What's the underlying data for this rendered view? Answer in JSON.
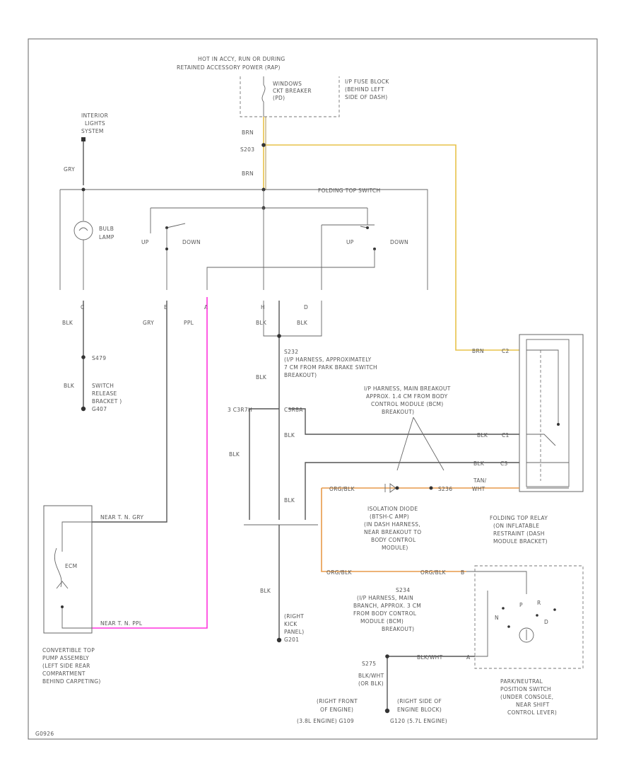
{
  "power_source": {
    "line1": "HOT IN ACCY, RUN OR DURING",
    "line2": "RETAINED ACCESSORY POWER (RAP)"
  },
  "fuse_block": {
    "l1": "I/P FUSE BLOCK",
    "l2": "(BEHIND LEFT",
    "l3": "SIDE OF DASH)"
  },
  "breaker": {
    "l1": "WINDOWS",
    "l2": "CKT BREAKER",
    "l3": "(PD)"
  },
  "splices": {
    "top_wire1": "BRN",
    "s203": "S203",
    "top_wire2": "BRN",
    "ground_path": {
      "l1": "S232",
      "l2": "(I/P HARNESS, APPROXIMATELY",
      "l3": "7 CM FROM PARK BRAKE SWITCH",
      "l4": "BREAKOUT)"
    }
  },
  "interior_switch": {
    "l1": "INTERIOR",
    "l2": "LIGHTS",
    "l3": "SYSTEM",
    "wire": "GRY"
  },
  "folding_top_switch": {
    "label": "FOLDING TOP SWITCH",
    "bulb": {
      "l1": "BULB",
      "l2": "LAMP"
    },
    "up1": "UP",
    "down1": "DOWN",
    "up2": "UP",
    "down2": "DOWN",
    "pins": [
      "C",
      "E",
      "A",
      "H",
      "D"
    ],
    "wires": [
      "BLK",
      "GRY",
      "PPL",
      "BLK",
      "BLK"
    ]
  },
  "left_column": {
    "s479": "S479",
    "blk1": "BLK",
    "blk2": "BLK",
    "release": {
      "l1": "SWITCH",
      "l2": "RELEASE",
      "l3": "BRACKET )",
      "l4": "G407"
    }
  },
  "mid": {
    "blk_a": "BLK",
    "blk_b": "BLK",
    "blk_c": "BLK",
    "c_left": "3 C3R7H",
    "c_right": "C3R8A"
  },
  "main_breakout": {
    "l1": "I/P HARNESS, MAIN BREAKOUT",
    "l2": "APPROX. 1.4 CM FROM BODY",
    "l3": "CONTROL MODULE (BCM)",
    "l4": "BREAKOUT)"
  },
  "relay_wires": {
    "brn": "BRN",
    "c2": "C2",
    "blk1": "BLK",
    "c1": "C1",
    "blk2": "BLK",
    "c3": "C3"
  },
  "diode_row": {
    "org_blk": "ORG/BLK",
    "s236": "S236",
    "tan_wht": "TAN/",
    "wht": "WHT"
  },
  "blk_to_relay": "BLK",
  "isolation_diode": {
    "l1": "ISOLATION DIODE",
    "l2": "(BTSH-C AMP)",
    "l3": "(IN DASH HARNESS,",
    "l4": "NEAR BREAKOUT TO",
    "l5": "BODY CONTROL",
    "l6": "MODULE)"
  },
  "relay": {
    "l1": "FOLDING TOP RELAY",
    "l2": "(ON INFLATABLE",
    "l3": "RESTRAINT (DASH",
    "l4": "MODULE BRACKET)"
  },
  "org_row": {
    "a": "ORG/BLK",
    "b": "ORG/BLK",
    "pin": "B"
  },
  "s234": {
    "l1": "S234",
    "l2": "(I/P HARNESS, MAIN",
    "l3": "BRANCH, APPROX. 3 CM",
    "l4": "FROM BODY CONTROL",
    "l5": "MODULE (BCM)",
    "l6": "BREAKOUT)"
  },
  "pump": {
    "wire_top": "NEAR T. N. GRY",
    "wire_bot": "NEAR T. N. PPL",
    "rotor": "ECM",
    "label": {
      "l1": "CONVERTIBLE TOP",
      "l2": "PUMP ASSEMBLY",
      "l3": "(LEFT SIDE REAR",
      "l4": "COMPARTMENT",
      "l5": "BEHIND CARPETING)"
    }
  },
  "right_kick": {
    "blk": "BLK",
    "l1": "(RIGHT",
    "l2": "KICK",
    "l3": "PANEL)",
    "l4": "G201"
  },
  "bottom": {
    "s275": "S275",
    "blk_wht": "BLK/WHT",
    "or_blk": "(OR BLK)",
    "blk_wht_row": "BLK/WHT",
    "pin_a": "A",
    "left_ground": {
      "l1": "(RIGHT FRONT",
      "l2": "OF ENGINE)",
      "l3": "(3.8L ENGINE) G109"
    },
    "right_ground": {
      "l1": "(RIGHT SIDE OF",
      "l2": "ENGINE BLOCK)",
      "l3": "G120 (5.7L ENGINE)"
    }
  },
  "pnp_switch": {
    "positions": [
      "P",
      "R",
      "N",
      "D"
    ],
    "l1": "PARK/NEUTRAL",
    "l2": "POSITION SWITCH",
    "l3": "(UNDER CONSOLE,",
    "l4": "NEAR SHIFT",
    "l5": "CONTROL LEVER)"
  },
  "figure_id": "G0926"
}
